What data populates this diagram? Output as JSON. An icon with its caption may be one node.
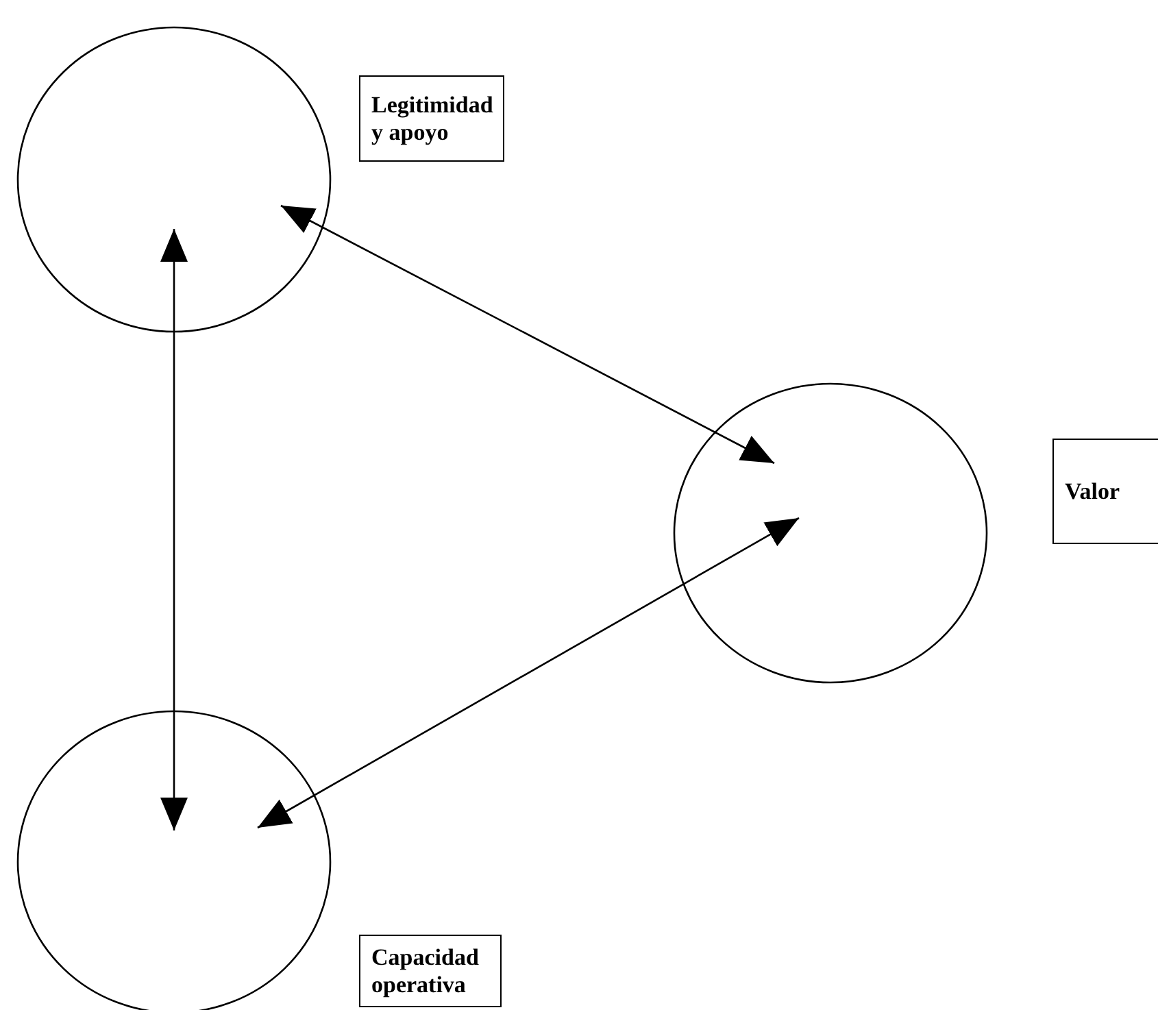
{
  "diagram": {
    "nodes": [
      {
        "text": [],
        "shape": "circle"
      },
      {
        "text": [
          "Legitimidad y apoyo"
        ]
      },
      {
        "text": [],
        "shape": "circle"
      },
      {
        "text": [
          "Valor"
        ]
      },
      {
        "text": [],
        "shape": "circle"
      },
      {
        "text": [
          "Capacidad operativa"
        ]
      }
    ],
    "edges": [
      {
        "from": 0,
        "to": 2,
        "arrow": "both"
      },
      {
        "from": 2,
        "to": 4,
        "arrow": "both"
      },
      {
        "from": 0,
        "to": 4,
        "arrow": "both"
      }
    ]
  }
}
